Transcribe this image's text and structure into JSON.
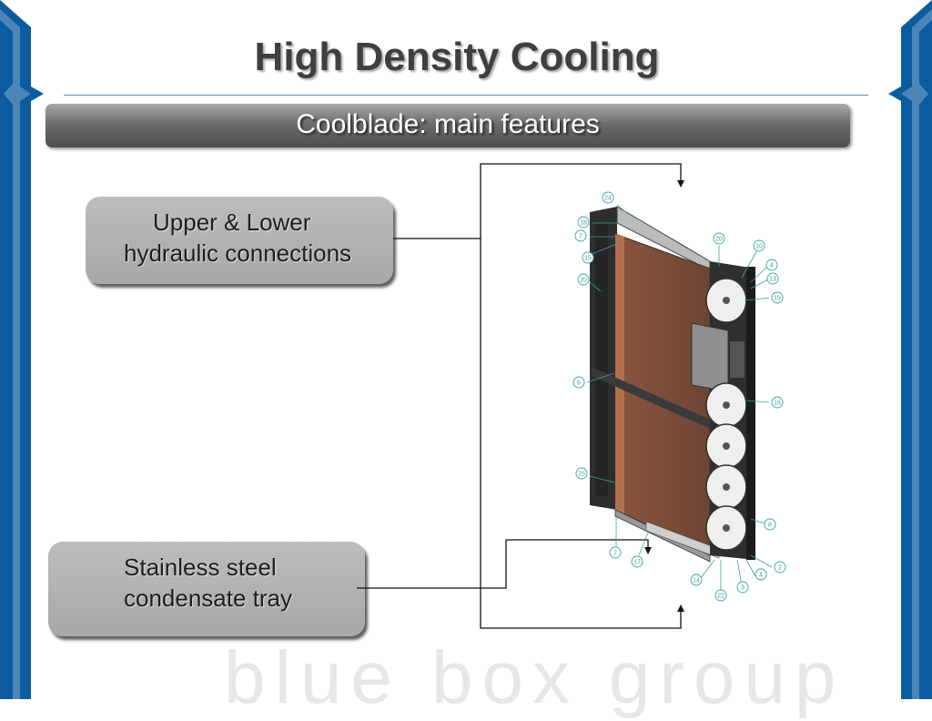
{
  "title": "High Density Cooling",
  "subtitle": "Coolblade: main features",
  "callouts": [
    {
      "line1": "Upper & Lower",
      "line2": "hydraulic connections"
    },
    {
      "line1": "Stainless steel",
      "line2": "condensate tray"
    }
  ],
  "part_numbers": [
    "24",
    "18",
    "7",
    "15",
    "20",
    "20",
    "10",
    "4",
    "13",
    "19",
    "6",
    "16",
    "25",
    "8",
    "7",
    "17",
    "2",
    "4",
    "3",
    "14",
    "22"
  ],
  "watermark": "blue box group",
  "colors": {
    "frame_blue": "#0a5c9e",
    "panel_copper": "#7a4a38",
    "subtitle_bar": "#6d6d6d",
    "callout_fill": "#b4b4b4"
  }
}
